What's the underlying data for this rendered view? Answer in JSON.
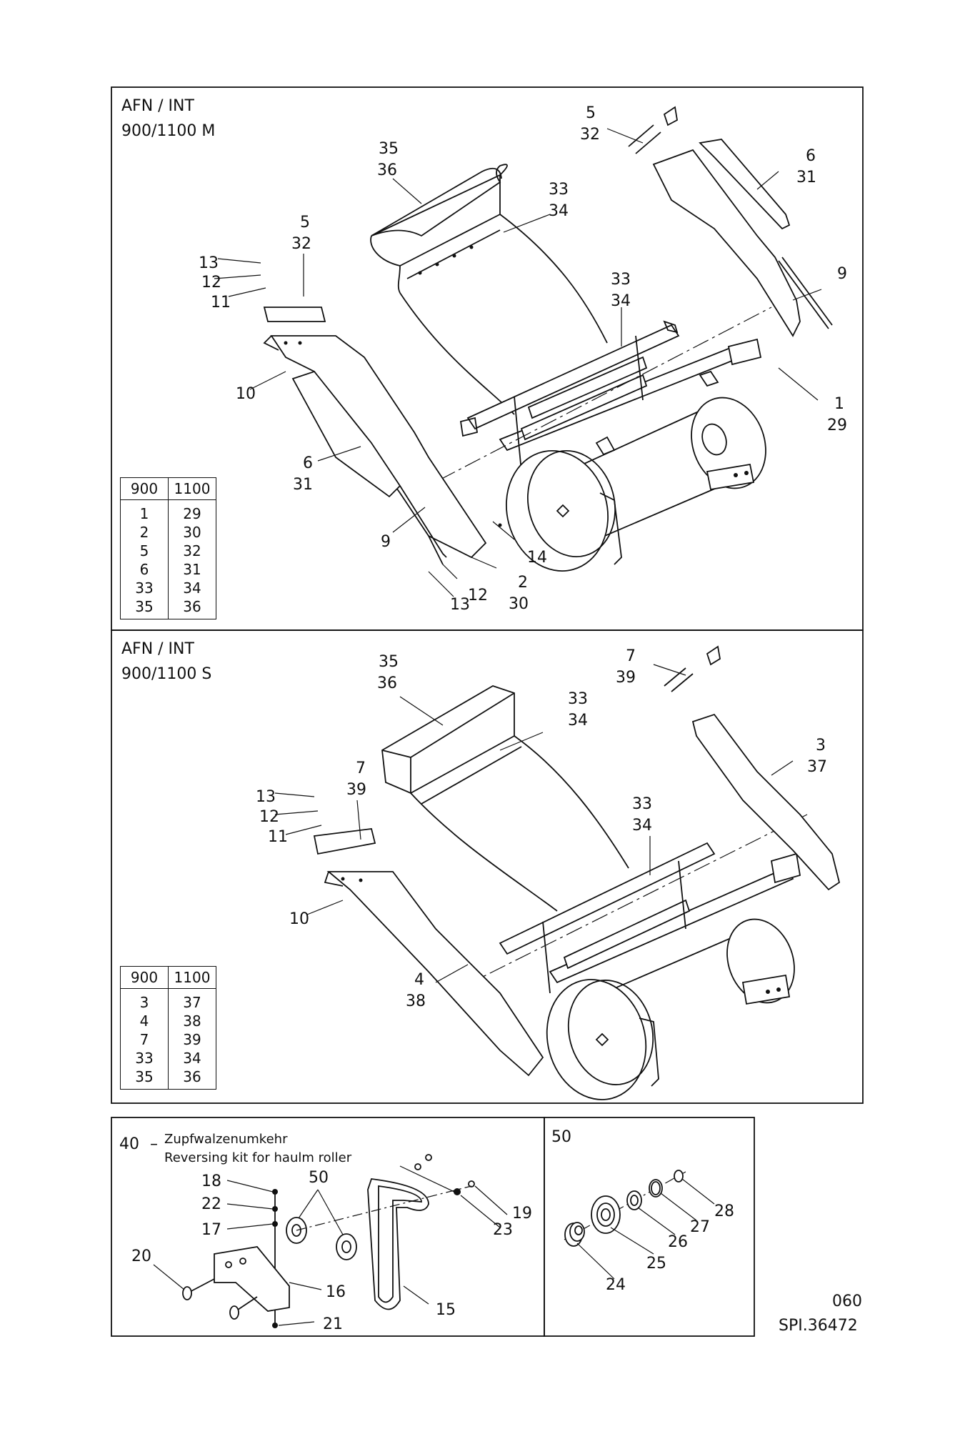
{
  "sheet": {
    "page_code": "060",
    "drawing_number": "SPI.36472"
  },
  "panel_top": {
    "title_line1": "AFN / INT",
    "title_line2": "900/1100 M",
    "labels": {
      "l5a": "5",
      "l32a": "32",
      "l35": "35",
      "l36": "36",
      "l33a": "33",
      "l34a": "34",
      "l6a": "6",
      "l31a": "31",
      "l5b": "5",
      "l32b": "32",
      "l13a": "13",
      "l12a": "12",
      "l11": "11",
      "l9a": "9",
      "l33b": "33",
      "l34b": "34",
      "l10": "10",
      "l1": "1",
      "l29": "29",
      "l6b": "6",
      "l31b": "31",
      "l9b": "9",
      "l14": "14",
      "l2": "2",
      "l30": "30",
      "l13b": "13",
      "l12b": "12"
    },
    "table": {
      "headers": [
        "900",
        "1100"
      ],
      "rows": [
        [
          "1",
          "29"
        ],
        [
          "2",
          "30"
        ],
        [
          "5",
          "32"
        ],
        [
          "6",
          "31"
        ],
        [
          "33",
          "34"
        ],
        [
          "35",
          "36"
        ]
      ]
    }
  },
  "panel_middle": {
    "title_line1": "AFN / INT",
    "title_line2": "900/1100 S",
    "labels": {
      "l35": "35",
      "l36": "36",
      "l7a": "7",
      "l39a": "39",
      "l33a": "33",
      "l34a": "34",
      "l3": "3",
      "l37": "37",
      "l7b": "7",
      "l39b": "39",
      "l13": "13",
      "l12": "12",
      "l11": "11",
      "l33b": "33",
      "l34b": "34",
      "l10": "10",
      "l4": "4",
      "l38": "38"
    },
    "table": {
      "headers": [
        "900",
        "1100"
      ],
      "rows": [
        [
          "3",
          "37"
        ],
        [
          "4",
          "38"
        ],
        [
          "7",
          "39"
        ],
        [
          "33",
          "34"
        ],
        [
          "35",
          "36"
        ]
      ]
    }
  },
  "panel_kit": {
    "number": "40",
    "dash": "–",
    "title_de": "Zupfwalzenumkehr",
    "title_en": "Reversing kit for haulm roller",
    "labels": {
      "l18": "18",
      "l22": "22",
      "l17": "17",
      "l20": "20",
      "l50": "50",
      "l19": "19",
      "l23": "23",
      "l16": "16",
      "l15": "15",
      "l21": "21"
    }
  },
  "panel_detail": {
    "number": "50",
    "labels": {
      "l28": "28",
      "l27": "27",
      "l26": "26",
      "l25": "25",
      "l24": "24"
    }
  }
}
